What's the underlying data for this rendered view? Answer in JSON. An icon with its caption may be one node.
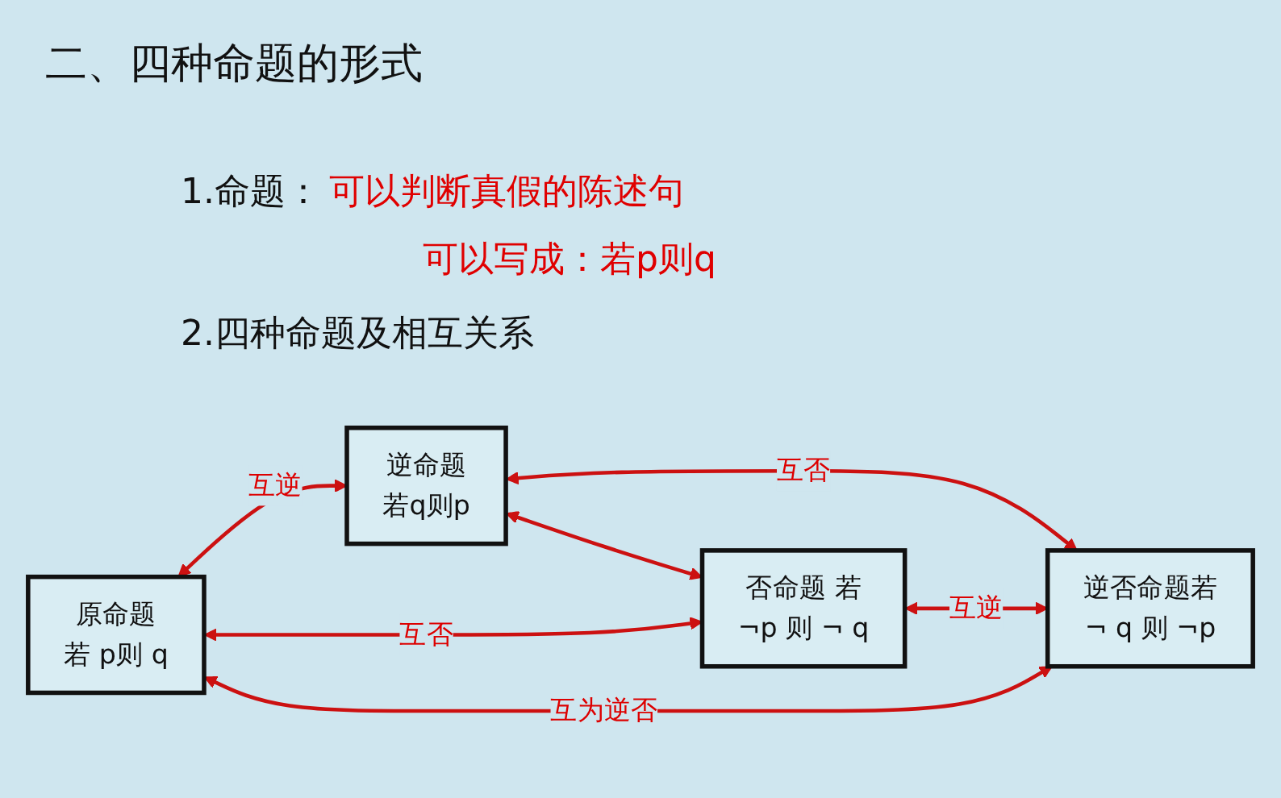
{
  "diagram": {
    "title": "二、四种命题的形式",
    "nodes": [
      {
        "text": [
          "原命题",
          "若 p则 q"
        ]
      },
      {
        "text": [
          "逆命题",
          "若q则p"
        ]
      },
      {
        "text": [
          "否命题 若",
          "¬p 则 ¬ q"
        ]
      },
      {
        "text": [
          "逆否命题若",
          "¬ q 则 ¬p"
        ]
      }
    ],
    "edges": [
      {
        "from": 0,
        "to": 1,
        "arrow": "both",
        "label": "互逆"
      },
      {
        "from": 0,
        "to": 2,
        "arrow": "both",
        "label": "互否"
      },
      {
        "from": 1,
        "to": 3,
        "arrow": "both",
        "label": "互否"
      },
      {
        "from": 2,
        "to": 3,
        "arrow": "both",
        "label": "互逆"
      },
      {
        "from": 0,
        "to": 3,
        "arrow": "both",
        "label": "互为逆否"
      },
      {
        "from": 1,
        "to": 2,
        "arrow": "both"
      }
    ],
    "labels": [
      "1.命题：",
      "可以判断真假的陈述句",
      "可以写成：若p则q",
      "2.四种命题及相互关系"
    ]
  }
}
